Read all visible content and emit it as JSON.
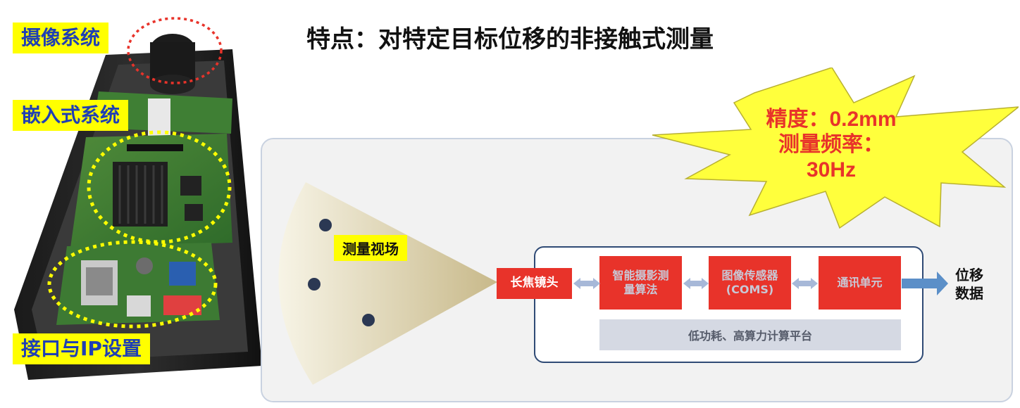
{
  "title": "特点：对特定目标位移的非接触式测量",
  "device_labels": {
    "camera": "摄像系统",
    "embedded": "嵌入式系统",
    "interface": "接口与IP设置"
  },
  "burst": {
    "line1": "精度：0.2mm",
    "line2": "测量频率：",
    "line3": "30Hz"
  },
  "field_of_view": "测量视场",
  "lens": "长焦镜头",
  "modules": {
    "algorithm": "智能摄影测量算法",
    "algorithm_line1": "智能摄影测",
    "algorithm_line2": "量算法",
    "sensor_line1": "图像传感器",
    "sensor_line2": "(COMS)",
    "comm": "通讯单元"
  },
  "platform_label": "低功耗、高算力计算平台",
  "output": {
    "line1": "位移",
    "line2": "数据"
  },
  "colors": {
    "label_bg": "#ffff00",
    "label_text": "#1f3fb4",
    "module_red": "#e8332a",
    "burst_text": "#e8332a",
    "arrow": "#5b8fc8"
  }
}
